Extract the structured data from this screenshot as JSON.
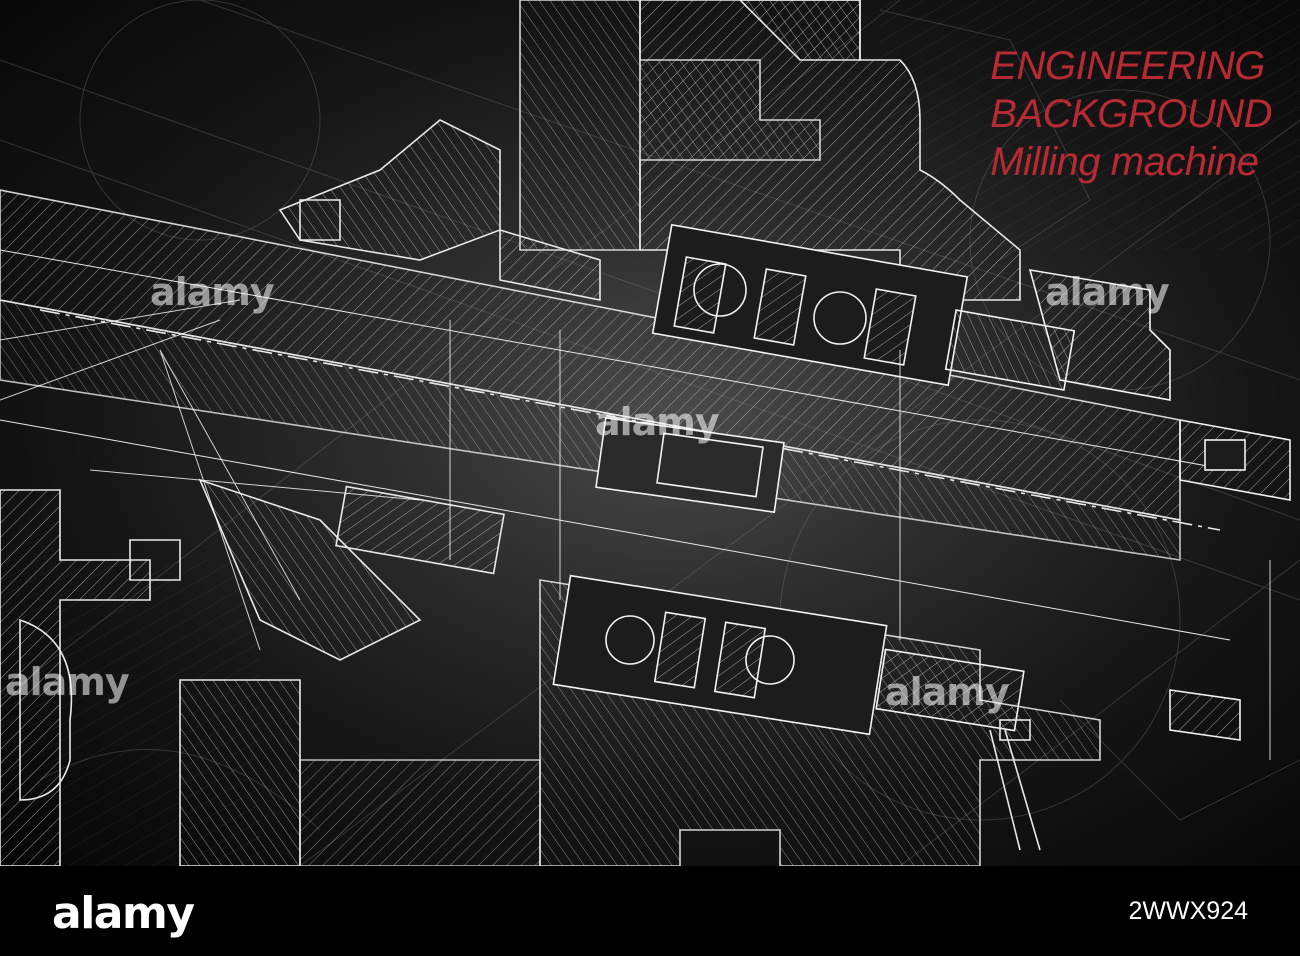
{
  "title": {
    "line1": "ENGINEERING",
    "line2": "BACKGROUND",
    "line3": "Milling machine"
  },
  "colors": {
    "title": "#b82a33",
    "lines": "#ffffff",
    "background": "#000000"
  },
  "watermark": {
    "text": "alamy"
  },
  "footer": {
    "logo": "alamy",
    "image_id": "2WWX924"
  }
}
